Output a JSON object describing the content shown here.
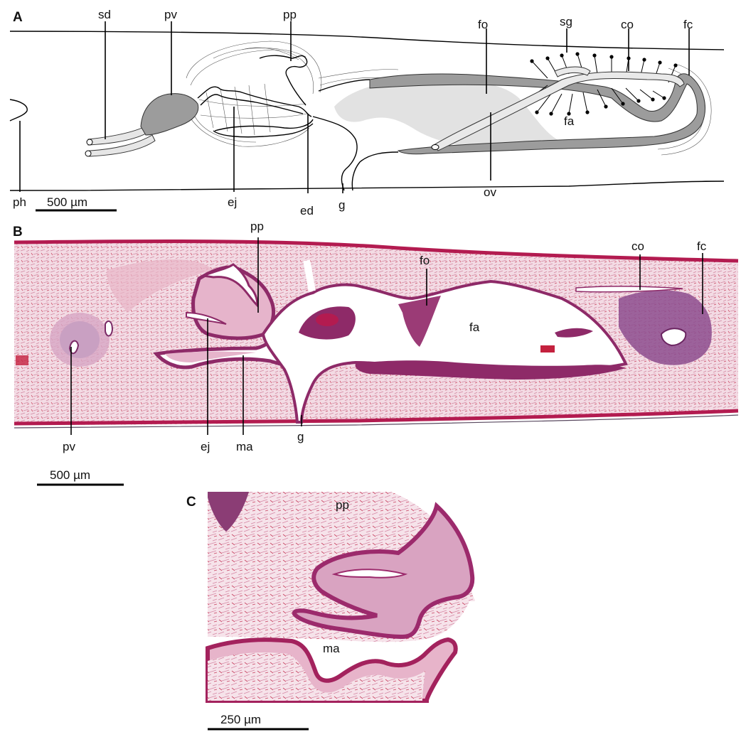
{
  "panels": {
    "a": {
      "letter": "A",
      "labels": {
        "sd": "sd",
        "pv": "pv",
        "pp": "pp",
        "fo": "fo",
        "sg": "sg",
        "co": "co",
        "fc": "fc",
        "fa": "fa",
        "ph": "ph",
        "ej": "ej",
        "ed": "ed",
        "g": "g",
        "ov": "ov"
      },
      "scale_bar": "500 µm"
    },
    "b": {
      "letter": "B",
      "labels": {
        "pp": "pp",
        "fo": "fo",
        "co": "co",
        "fc": "fc",
        "fa": "fa",
        "pv": "pv",
        "ej": "ej",
        "ma": "ma",
        "g": "g"
      },
      "scale_bar": "500 µm"
    },
    "c": {
      "letter": "C",
      "labels": {
        "pp": "pp",
        "ma": "ma"
      },
      "scale_bar": "250 µm"
    }
  },
  "colors": {
    "duct_grey": "#9c9c9c",
    "light_grey": "#e2e2e2",
    "tissue_pink": "#f1d5df",
    "epithelium": "#8e2a68",
    "muscle_red": "#b5194a"
  }
}
